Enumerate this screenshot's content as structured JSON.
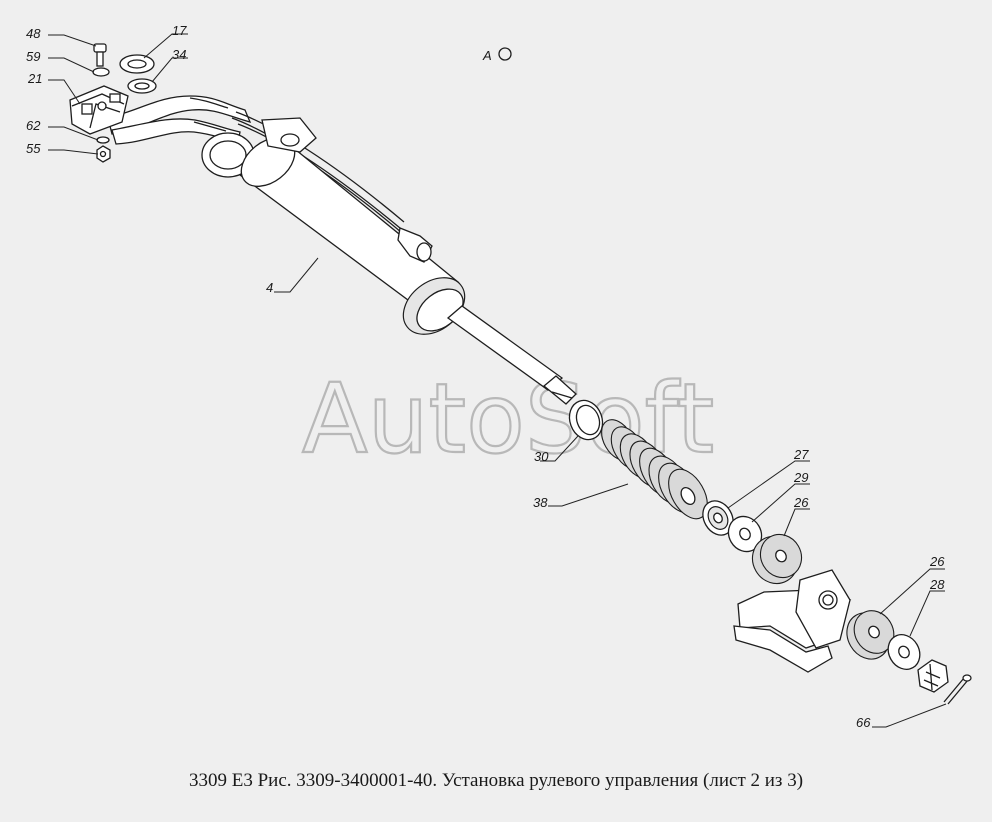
{
  "watermark": "AutoSoft",
  "view_marker": "A",
  "caption": "3309 E3  Рис. 3309-3400001-40. Установка рулевого управления (лист 2 из 3)",
  "callouts": {
    "c48": "48",
    "c17": "17",
    "c59": "59",
    "c34": "34",
    "c21": "21",
    "c62": "62",
    "c55": "55",
    "c4": "4",
    "c30": "30",
    "c38": "38",
    "c27": "27",
    "c29": "29",
    "c26a": "26",
    "c26b": "26",
    "c28": "28",
    "c66": "66"
  }
}
